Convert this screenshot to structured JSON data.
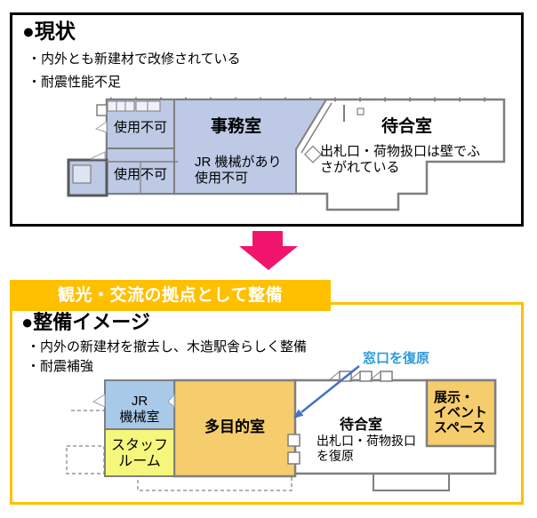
{
  "colors": {
    "top_box_border": "#000000",
    "accent_orange": "#FFC000",
    "transition_arrow_pink": "#F1156E",
    "current_room_blue": "#BDC9E5",
    "jr_room_blue": "#A9C9E9",
    "improved_room_orange": "#F6CD6D",
    "staff_room_yellow": "#F5F77D",
    "plan_wall_gray": "#7F7F7F",
    "annotation_text_blue": "#2E9AD9",
    "annotation_arrow_blue": "#4472C4"
  },
  "current": {
    "title": "●現状",
    "bullets": [
      "・内外とも新建材で改修されている",
      "・耐震性能不足"
    ],
    "rooms": {
      "unusable_upper": "使用不可",
      "unusable_lower": "使用不可",
      "office": "事務室",
      "office_note_line1": "JR 機械があり",
      "office_note_line2": "使用不可",
      "waiting": "待合室",
      "waiting_note_line1": "出札口・荷物扱口は壁でふ",
      "waiting_note_line2": "さがれている"
    }
  },
  "improved": {
    "banner": "観光・交流の拠点として整備",
    "title": "●整備イメージ",
    "bullets": [
      "・内外の新建材を撤去し、木造駅舎らしく整備",
      "・耐震補強"
    ],
    "annotation_window": "窓口を復原",
    "rooms": {
      "jr_line1": "JR",
      "jr_line2": "機械室",
      "staff_line1": "スタッフ",
      "staff_line2": "ルーム",
      "multipurpose": "多目的室",
      "waiting": "待合室",
      "waiting_note_line1": "出札口・荷物扱口",
      "waiting_note_line2": "を復原",
      "exhibition_line1": "展示・",
      "exhibition_line2": "イベント",
      "exhibition_line3": "スペース"
    }
  }
}
